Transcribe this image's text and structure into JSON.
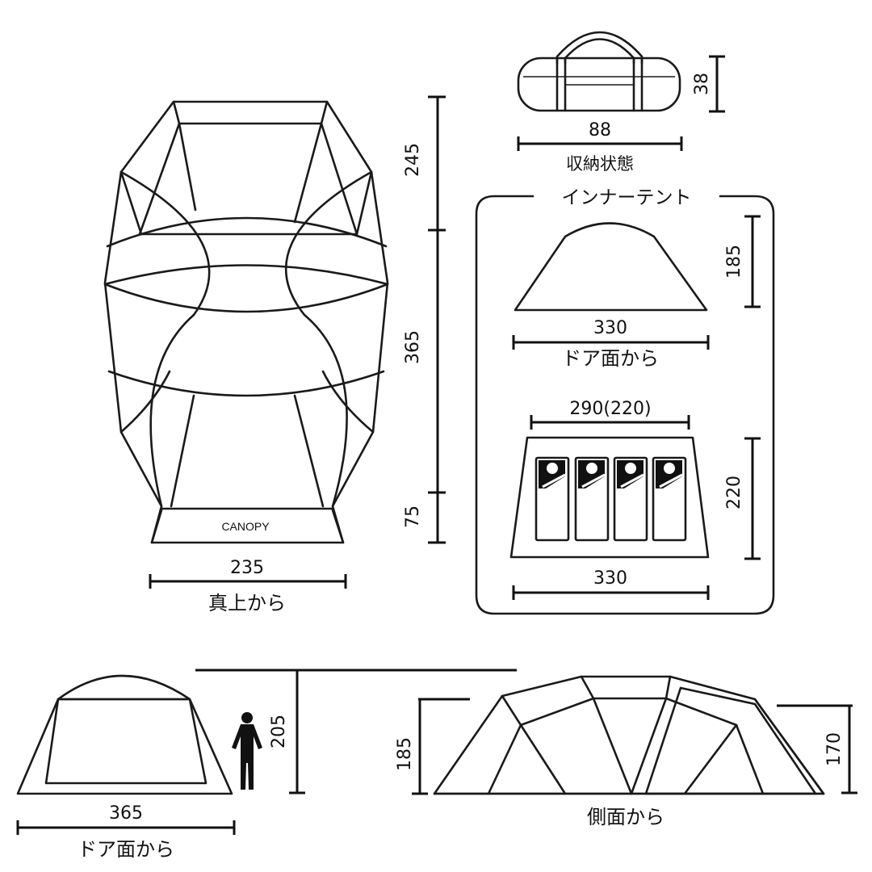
{
  "top_view": {
    "dims": {
      "total_width": "235",
      "main_length": "245",
      "middle_length": "365",
      "canopy_length": "75"
    },
    "canopy_label": "CANOPY",
    "caption": "真上から"
  },
  "storage": {
    "width": "88",
    "height": "38",
    "caption": "収納状態"
  },
  "inner_tent": {
    "title": "インナーテント",
    "door_view": {
      "height": "185",
      "width": "330",
      "caption": "ドア面から"
    },
    "floor_view": {
      "top_width": "290(220)",
      "depth": "220",
      "bottom_width": "330"
    }
  },
  "front_view": {
    "height": "205",
    "width": "365",
    "caption": "ドア面から"
  },
  "side_view": {
    "left_height": "185",
    "right_height": "170",
    "caption": "側面から"
  }
}
